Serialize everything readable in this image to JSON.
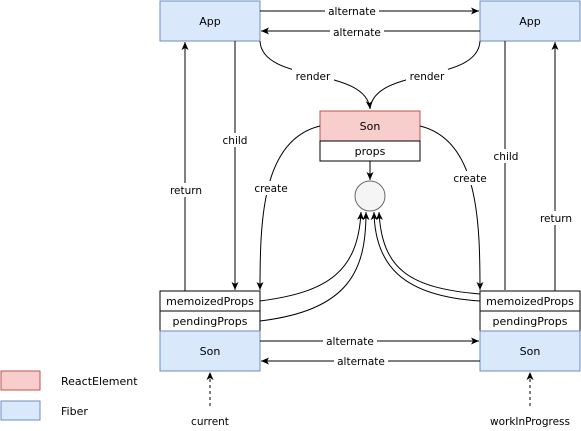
{
  "nodes": {
    "app_current": "App",
    "app_wip": "App",
    "son_element": "Son",
    "son_element_props": "props",
    "son_current": "Son",
    "son_current_memoized": "memoizedProps",
    "son_current_pending": "pendingProps",
    "son_wip": "Son",
    "son_wip_memoized": "memoizedProps",
    "son_wip_pending": "pendingProps"
  },
  "edges": {
    "app_alternate_forward": "alternate",
    "app_alternate_back": "alternate",
    "render_left": "render",
    "render_right": "render",
    "child_left": "child",
    "child_right": "child",
    "return_left": "return",
    "return_right": "return",
    "create_left": "create",
    "create_right": "create",
    "son_alternate_forward": "alternate",
    "son_alternate_back": "alternate"
  },
  "pointers": {
    "current": "current",
    "work_in_progress": "workInProgress"
  },
  "legend": [
    {
      "label": "ReactElement",
      "fill": "#f8cecc",
      "stroke": "#b85450"
    },
    {
      "label": "Fiber",
      "fill": "#dae8fc",
      "stroke": "#6c8ebf"
    }
  ],
  "colors": {
    "fiber_fill": "#dae8fc",
    "fiber_stroke": "#6c8ebf",
    "element_fill": "#f8cecc",
    "element_stroke": "#b85450",
    "props_circle_fill": "#f5f5f5",
    "props_circle_stroke": "#666666"
  }
}
